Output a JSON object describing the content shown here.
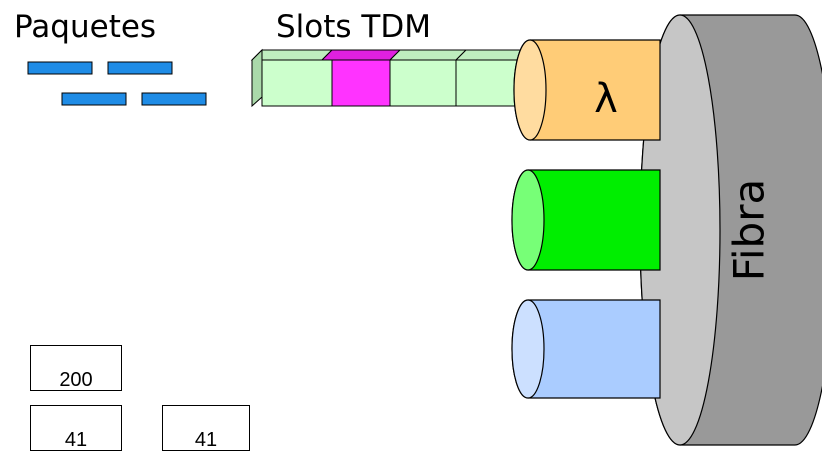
{
  "labels": {
    "packets": "Paquetes",
    "tdm_slots": "Slots TDM",
    "wavelength": "λ",
    "fiber": "Fibra"
  },
  "boxes": {
    "top": "200",
    "bottom_left": "41",
    "bottom_right": "41"
  },
  "colors": {
    "packet": "#1f8ce6",
    "slot_normal": "#ccffcc",
    "slot_highlight": "#ff33ff",
    "cylinder_wavelength": "#ffcc77",
    "cylinder_green": "#00ee00",
    "cylinder_blue": "#aaccff",
    "fiber": "#999999"
  }
}
